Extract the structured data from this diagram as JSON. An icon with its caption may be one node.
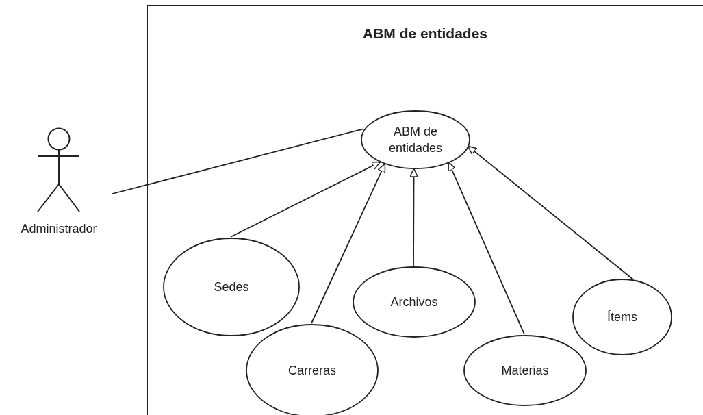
{
  "diagram": {
    "nodes": [
      {
        "text": [
          "ABM de entidades"
        ]
      },
      {
        "text": [
          "Administrador"
        ]
      },
      {
        "text": [
          "ABM de entidades"
        ],
        "in": 0
      },
      {
        "text": [
          "Sedes"
        ],
        "in": 0
      },
      {
        "text": [
          "Carreras"
        ],
        "in": 0
      },
      {
        "text": [
          "Archivos"
        ],
        "in": 0
      },
      {
        "text": [
          "Materias"
        ],
        "in": 0
      },
      {
        "text": [
          "Ítems"
        ],
        "in": 0
      }
    ],
    "edges": [
      {
        "from": 1,
        "to": 2,
        "arrow": "none"
      },
      {
        "from": 3,
        "to": 2,
        "arrow": "to"
      },
      {
        "from": 4,
        "to": 2,
        "arrow": "to"
      },
      {
        "from": 5,
        "to": 2,
        "arrow": "to"
      },
      {
        "from": 6,
        "to": 2,
        "arrow": "to"
      },
      {
        "from": 7,
        "to": 2,
        "arrow": "to"
      }
    ]
  }
}
